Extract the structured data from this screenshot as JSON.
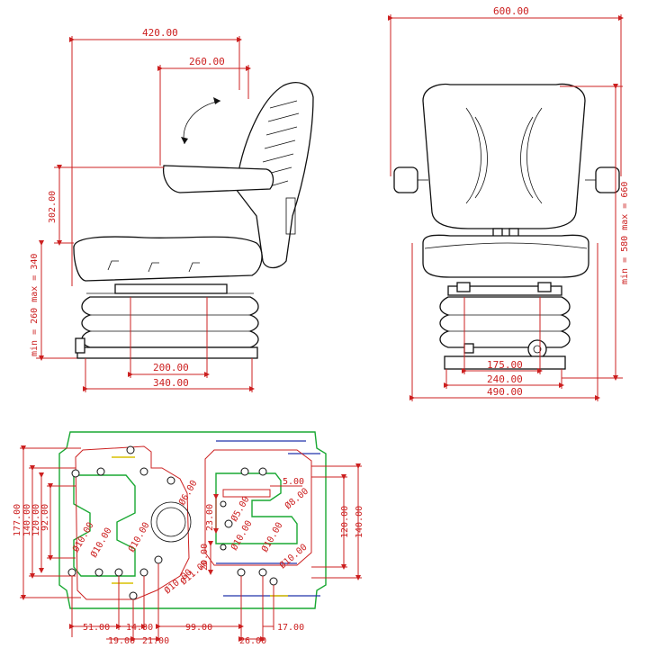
{
  "side_view": {
    "depth_total": "420.00",
    "depth_backrest": "260.00",
    "armrest_height": "302.00",
    "height_range": "min = 260 max = 340",
    "base_inner": "200.00",
    "base_outer": "340.00"
  },
  "front_view": {
    "width_total": "600.00",
    "height_range": "min = 580 max = 660",
    "base_inner": "175.00",
    "base_mid": "240.00",
    "base_outer": "490.00"
  },
  "plan_view": {
    "height_outer": "177.00",
    "height_1": "140.00",
    "height_2": "120.00",
    "height_3": "92.00",
    "right_1": "120.00",
    "right_2": "140.00",
    "hole_a": "Ø10.00",
    "hole_b": "Ø10.00",
    "hole_c": "Ø10.00",
    "hole_d": "Ø6.00",
    "hole_e": "Ø5.00",
    "hole_f": "Ø8.00",
    "hole_g": "Ø10.00",
    "hole_h": "Ø10.00",
    "hole_i": "Ø11.00",
    "hole_j": "Ø10.00",
    "hole_k": "Ø10.00",
    "dim_23": "23.00",
    "dim_5": "5.00",
    "dim_20": "20.00",
    "bottom_51": "51.00",
    "bottom_14": "14.00",
    "bottom_19": "19.00",
    "bottom_21": "21.00",
    "bottom_99": "99.00",
    "bottom_26": "26.00",
    "bottom_17": "17.00"
  }
}
